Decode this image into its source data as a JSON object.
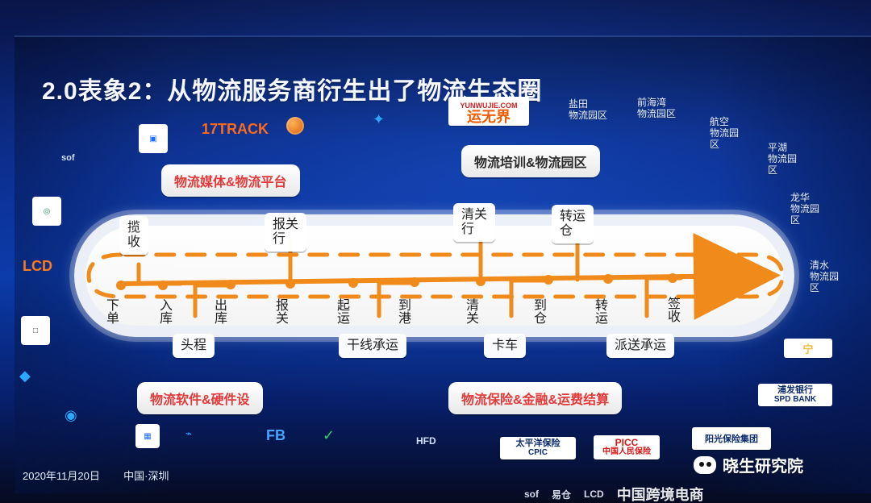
{
  "slide": {
    "title": "2.0表象2：从物流服务商衍生出了物流生态圈",
    "date": "2020年11月20日",
    "place": "中国·深圳"
  },
  "watermark": {
    "text": "晓生研究院"
  },
  "top_logos": [
    {
      "name": "17track-logo",
      "text": "17TRACK"
    },
    {
      "name": "yuntianquan-logo",
      "text": "运无界"
    },
    {
      "name": "yuntianquan-tagline",
      "text": "YUNWUJIE.COM"
    }
  ],
  "parks": {
    "yantian": "盐田\n物流园区",
    "qianhaiwan": "前海湾\n物流园区",
    "hangkong": "航空\n物流园\n区",
    "pinghu": "平湖\n物流园\n区",
    "longhua": "龙华\n物流园\n区",
    "qingshui": "清水\n物流园\n区"
  },
  "banners": {
    "media_platform": "物流媒体&物流平台",
    "training_park": "物流培训&物流园区",
    "software_hardware": "物流软件&硬件设",
    "insurance_finance": "物流保险&金融&运费结算"
  },
  "flow": {
    "steps": [
      {
        "key": "xiadan",
        "text": "下\n单"
      },
      {
        "key": "ruku",
        "text": "入\n库"
      },
      {
        "key": "chuku",
        "text": "出\n库"
      },
      {
        "key": "baoguan",
        "text": "报\n关"
      },
      {
        "key": "qiyun",
        "text": "起\n运"
      },
      {
        "key": "daogang",
        "text": "到\n港"
      },
      {
        "key": "qingguan",
        "text": "清\n关"
      },
      {
        "key": "daocang",
        "text": "到\n仓"
      },
      {
        "key": "zhuanyun",
        "text": "转\n运"
      },
      {
        "key": "qianshou",
        "text": "签\n收"
      }
    ],
    "tags": {
      "lanshou": "揽\n收",
      "baoguanhang": "报关\n行",
      "qingguanhang": "清关\n行",
      "zhuanyuncang": "转运\n仓",
      "toucheng": "头程",
      "ganxian": "干线承运",
      "kache": "卡车",
      "paisong": "派送承运"
    }
  },
  "right_logos": {
    "spd_bank": "SPD BANK",
    "spd_bank_cn": "浦发银行",
    "sunshine": "阳光保险集团",
    "picc": "PICC",
    "picc_cn": "中国人民保险",
    "cpic": "太平洋保险",
    "cpic_en": "CPIC",
    "ning": "宁"
  },
  "bottom_row_logos": [
    {
      "name": "hfd-logo",
      "text": "HFD"
    },
    {
      "name": "fb-logo",
      "text": "FB"
    },
    {
      "name": "sof-logo",
      "text": "sof"
    },
    {
      "name": "yicang-logo",
      "text": "易仓"
    },
    {
      "name": "lcd-logo",
      "text": "LCD"
    },
    {
      "name": "china-crossborder-logo",
      "text": "中国跨境电商"
    }
  ],
  "left_logos": [
    {
      "name": "lcd-left-logo",
      "text": "LCD"
    },
    {
      "name": "sof-left-logo",
      "text": "sof"
    }
  ]
}
